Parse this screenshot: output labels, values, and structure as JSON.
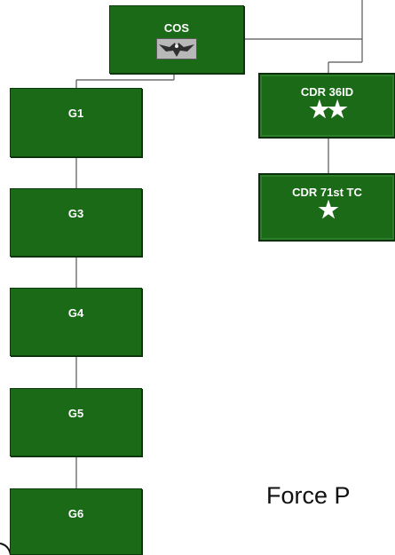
{
  "nodes": {
    "cos": {
      "label": "COS",
      "insignia": "eagle-insignia-icon"
    },
    "g1": {
      "label": "G1"
    },
    "g3": {
      "label": "G3"
    },
    "g4": {
      "label": "G4"
    },
    "g5": {
      "label": "G5"
    },
    "g6": {
      "label": "G6"
    },
    "cdr36": {
      "label": "CDR 36ID",
      "stars": "★★"
    },
    "cdr71": {
      "label": "CDR 71st TC",
      "stars": "★"
    }
  },
  "caption": {
    "text": "Force P"
  },
  "colors": {
    "node_fill": "#1a6a18",
    "node_border": "#0c3b0c",
    "connector": "#555555"
  }
}
